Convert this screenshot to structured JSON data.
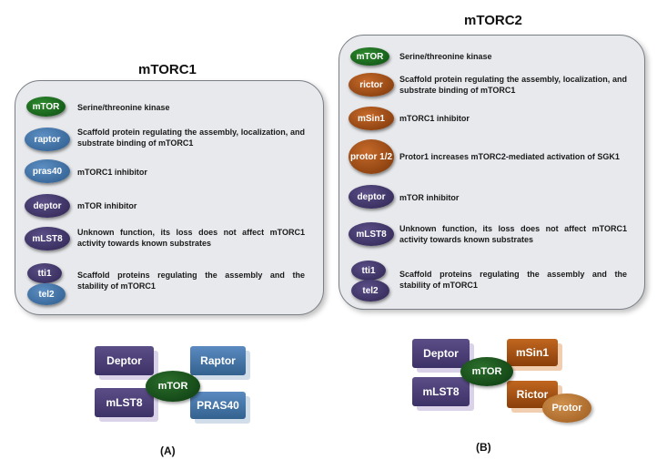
{
  "mtorc1": {
    "title": "mTORC1",
    "rows": [
      {
        "pill": "mTOR",
        "desc": "Serine/threonine kinase"
      },
      {
        "pill": "raptor",
        "desc": "Scaffold protein regulating the assembly, localization, and substrate binding of mTORC1"
      },
      {
        "pill": "pras40",
        "desc": "mTORC1 inhibitor"
      },
      {
        "pill": "deptor",
        "desc": "mTOR inhibitor"
      },
      {
        "pill": "mLST8",
        "desc": "Unknown function, its loss does not affect mTORC1 activity towards known substrates"
      },
      {
        "pill_a": "tti1",
        "pill_b": "tel2",
        "desc": "Scaffold proteins regulating the assembly and the stability of mTORC1"
      }
    ],
    "diagram": {
      "core": "mTOR",
      "tl": "Deptor",
      "tr": "Raptor",
      "bl": "mLST8",
      "br": "PRAS40"
    },
    "caption": "(A)"
  },
  "mtorc2": {
    "title": "mTORC2",
    "rows": [
      {
        "pill": "mTOR",
        "desc": "Serine/threonine kinase"
      },
      {
        "pill": "rictor",
        "desc": "Scaffold protein regulating the assembly, localization, and substrate binding of mTORC1"
      },
      {
        "pill": "mSin1",
        "desc": "mTORC1 inhibitor"
      },
      {
        "pill": "protor 1/2",
        "desc": "Protor1 increases mTORC2-mediated activation of SGK1"
      },
      {
        "pill": "deptor",
        "desc": "mTOR inhibitor"
      },
      {
        "pill": "mLST8",
        "desc": "Unknown function, its loss does not affect mTORC1 activity towards known substrates"
      },
      {
        "pill_a": "tti1",
        "pill_b": "tel2",
        "desc": "Scaffold proteins regulating the assembly and the stability of mTORC1"
      }
    ],
    "diagram": {
      "core": "mTOR",
      "tl": "Deptor",
      "tr": "mSin1",
      "bl": "mLST8",
      "br": "Rictor",
      "extra": "Protor"
    },
    "caption": "(B)"
  },
  "colors": {
    "green": "#1a6b1e",
    "blue": "#3f72a8",
    "purple": "#3f3468",
    "brown": "#a24c12",
    "panel": "#e7e9ec"
  }
}
